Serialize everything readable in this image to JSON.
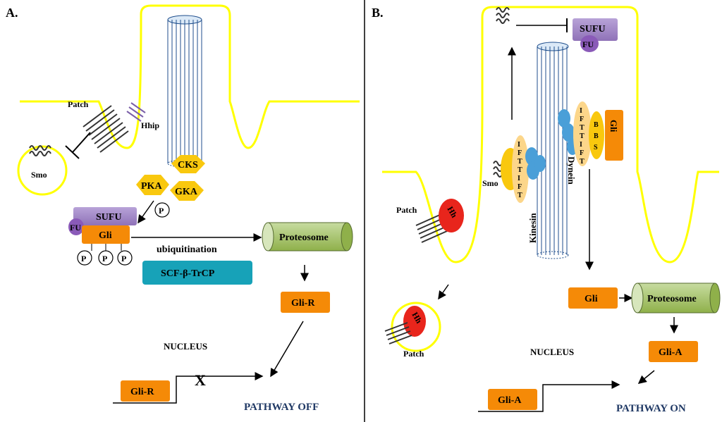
{
  "panel_a": {
    "label": "A.",
    "patch": "Patch",
    "hhip": "Hhip",
    "smo": "Smo",
    "cks": "CKS",
    "pka": "PKA",
    "gka": "GKA",
    "p": "P",
    "sufu": "SUFU",
    "fu": "FU",
    "gli": "Gli",
    "ubiquitination": "ubiquitination",
    "proteosome": "Proteosome",
    "scf": "SCF-β-TrCP",
    "gli_r": "Gli-R",
    "nucleus": "NUCLEUS",
    "gli_r_gene": "Gli-R",
    "x_mark": "X",
    "pathway": "PATHWAY OFF"
  },
  "panel_b": {
    "label": "B.",
    "sufu": "SUFU",
    "fu": "FU",
    "smo": "Smo",
    "ift_left": [
      "I",
      "F",
      "T",
      "T",
      "I",
      "F",
      "T"
    ],
    "ift_right": [
      "I",
      "F",
      "T",
      "T",
      "I",
      "F",
      "T"
    ],
    "bbs": [
      "B",
      "B",
      "S"
    ],
    "gli_vertical": "Gli",
    "kinesin": "Kinesin",
    "dynein": "Dynein",
    "patch": "Patch",
    "hb": "Hh",
    "hb2": "Hh",
    "patch2": "Patch",
    "gli": "Gli",
    "proteosome": "Proteosome",
    "nucleus": "NUCLEUS",
    "gli_a": "Gli-A",
    "gli_a_gene": "Gli-A",
    "pathway": "PATHWAY ON"
  },
  "colors": {
    "membrane": "#ffff00",
    "orange": "#f58a07",
    "purple": "#9b7fc4",
    "yellow_hex": "#f9c80e",
    "proteosome": "#9bbb59",
    "scf": "#17a2b8",
    "navy": "#1f3864"
  }
}
